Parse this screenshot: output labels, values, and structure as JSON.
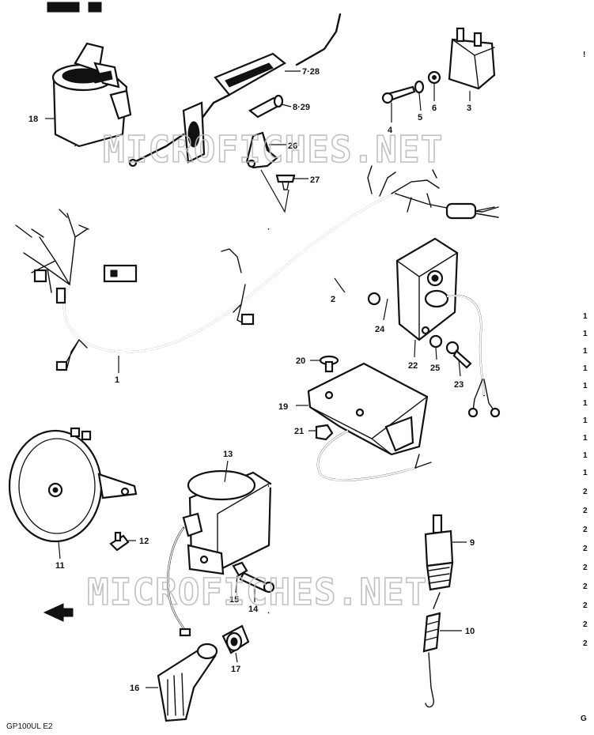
{
  "watermarks": [
    "MICROFICHES.NET",
    "MICROFICHES.NET"
  ],
  "footer": {
    "model_code": "GP100UL E2"
  },
  "parts": [
    {
      "id": "1",
      "label": "1"
    },
    {
      "id": "2",
      "label": "2"
    },
    {
      "id": "3",
      "label": "3"
    },
    {
      "id": "4",
      "label": "4"
    },
    {
      "id": "5",
      "label": "5"
    },
    {
      "id": "6",
      "label": "6"
    },
    {
      "id": "7-28",
      "label": "7·28"
    },
    {
      "id": "8-29",
      "label": "8·29"
    },
    {
      "id": "9",
      "label": "9"
    },
    {
      "id": "10",
      "label": "10"
    },
    {
      "id": "11",
      "label": "11"
    },
    {
      "id": "12",
      "label": "12"
    },
    {
      "id": "13",
      "label": "13"
    },
    {
      "id": "14",
      "label": "14"
    },
    {
      "id": "15",
      "label": "15"
    },
    {
      "id": "16",
      "label": "16"
    },
    {
      "id": "17",
      "label": "17"
    },
    {
      "id": "18",
      "label": "18"
    },
    {
      "id": "19",
      "label": "19"
    },
    {
      "id": "20",
      "label": "20"
    },
    {
      "id": "21",
      "label": "21"
    },
    {
      "id": "22",
      "label": "22"
    },
    {
      "id": "23",
      "label": "23"
    },
    {
      "id": "24",
      "label": "24"
    },
    {
      "id": "25",
      "label": "25"
    },
    {
      "id": "26",
      "label": "26"
    },
    {
      "id": "27",
      "label": "27"
    }
  ],
  "margin_fragments": [
    "!",
    "1",
    "1",
    "1",
    "1",
    "1",
    "1",
    "1",
    "1",
    "1",
    "1",
    "2",
    "2",
    "2",
    "2",
    "2",
    "2",
    "2",
    "2",
    "2",
    "G"
  ]
}
